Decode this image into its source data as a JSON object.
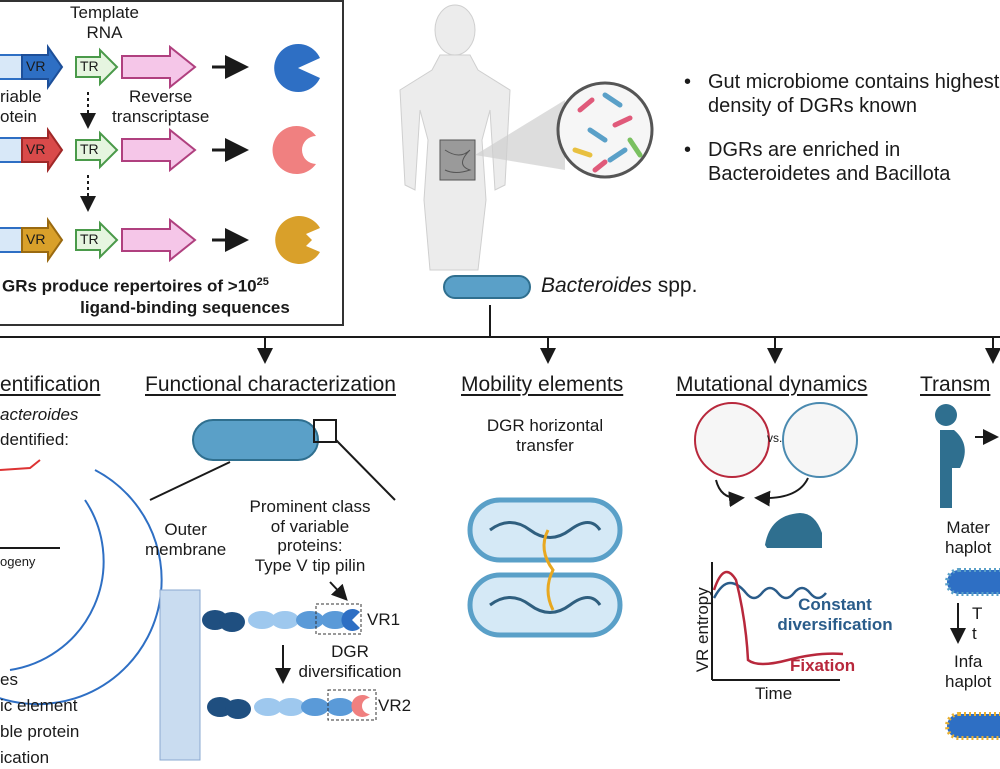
{
  "colors": {
    "blue": "#2e6fc4",
    "red": "#d94a4a",
    "gold": "#d9a02a",
    "pink": "#f5c6e8",
    "tr_green": "#4a9a4a",
    "teal": "#2f6f8f",
    "bacteria": "#5aa0c8",
    "fixation": "#b8283c",
    "constant": "#2a5c8a"
  },
  "top_box": {
    "template_rna": "Template\nRNA",
    "variable_protein": "riable\notein",
    "reverse_transcriptase": "Reverse\ntranscriptase",
    "vr": "VR",
    "tr": "TR",
    "caption_line1": "GRs produce repertoires of >10",
    "caption_exp": "25",
    "caption_line2": "ligand-binding sequences"
  },
  "bullets": [
    "Gut microbiome contains highest density of DGRs known",
    "DGRs are enriched in Bacteroidetes and Bacillota"
  ],
  "bacteroides": {
    "genus": "Bacteroides",
    "suffix": " spp."
  },
  "sections": {
    "identification": {
      "title": "entification",
      "line1": "acteroides",
      "line2": "dentified:",
      "phylogeny": "ogeny",
      "legend": [
        "es",
        "ic element",
        "ble protein",
        "ication"
      ]
    },
    "functional": {
      "title": "Functional characterization",
      "outer_membrane": "Outer\nmembrane",
      "prominent": "Prominent class\nof variable\nproteins:\nType V tip pilin",
      "vr1": "VR1",
      "vr2": "VR2",
      "diversification": "DGR\ndiversification"
    },
    "mobility": {
      "title": "Mobility elements",
      "subtitle": "DGR horizontal\ntransfer"
    },
    "mutational": {
      "title": "Mutational dynamics",
      "vs": "vs.",
      "ylabel": "VR entropy",
      "xlabel": "Time",
      "constant": "Constant\ndiversification",
      "fixation": "Fixation"
    },
    "transmission": {
      "title": "Transm",
      "maternal": "Mater\nhaplot",
      "transfer": "T\nt",
      "infant": "Infa\nhaplot"
    }
  }
}
